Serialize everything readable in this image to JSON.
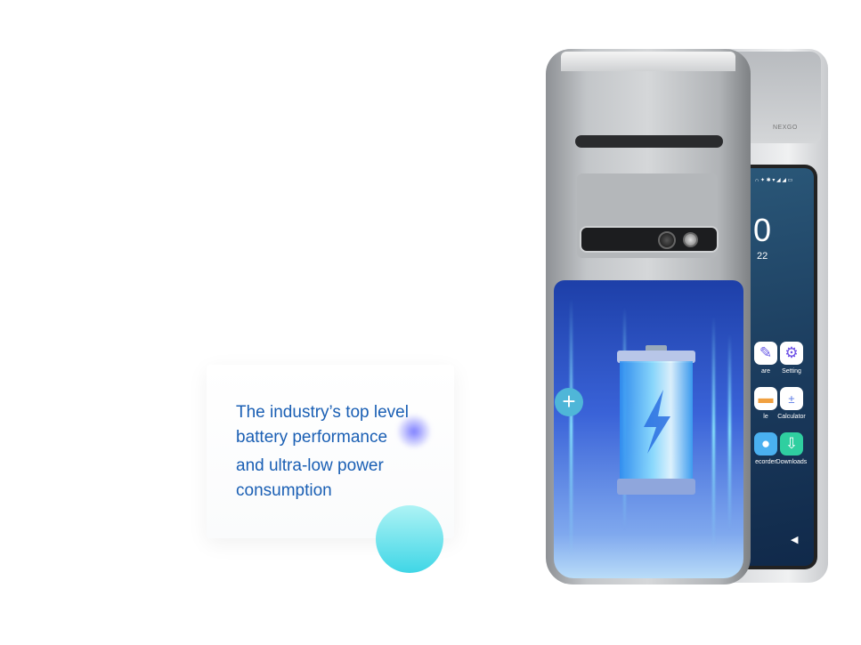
{
  "card": {
    "lines": [
      "The industry’s top level",
      "battery performance",
      "and ultra-low power",
      "consumption"
    ]
  },
  "device": {
    "brand": "NEXGO",
    "status_icons": "∩ ✦ ✱ ▾ ◢ ◢ ▭",
    "clock": "0",
    "date": "22",
    "apps": [
      {
        "label": "are",
        "icon": "share-icon"
      },
      {
        "label": "Setting",
        "icon": "gear-icon"
      },
      {
        "label": "le",
        "icon": "file-icon"
      },
      {
        "label": "Calculator",
        "icon": "calculator-icon"
      },
      {
        "label": "ecorder",
        "icon": "recorder-icon"
      },
      {
        "label": "Downloads",
        "icon": "download-icon"
      }
    ],
    "nav_back": "◀"
  },
  "colors": {
    "text": "#1a5fb4",
    "panel": "#1d3fa8",
    "teal": "#3fd6e6"
  }
}
